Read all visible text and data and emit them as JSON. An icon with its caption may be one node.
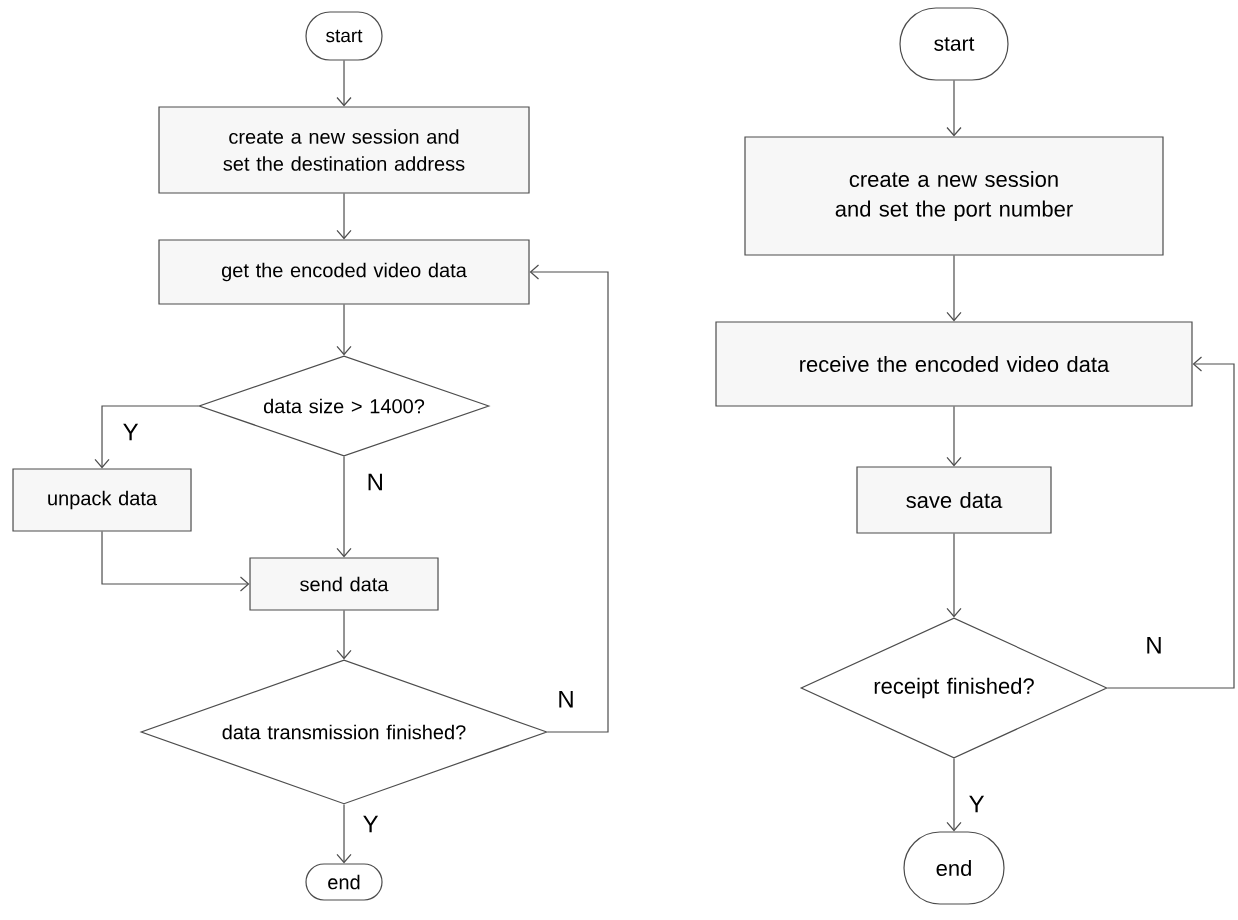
{
  "diagram": {
    "nodes": [
      {
        "text": [
          "start"
        ]
      },
      {
        "text": [
          "create a new session and set the destination address"
        ]
      },
      {
        "text": [
          "get the encoded video data"
        ]
      },
      {
        "text": [
          "data size > 1400?"
        ]
      },
      {
        "text": [
          "unpack data"
        ]
      },
      {
        "text": [
          "send data"
        ]
      },
      {
        "text": [
          "data transmission finished?"
        ]
      },
      {
        "text": [
          "end"
        ]
      },
      {
        "text": [
          "start"
        ]
      },
      {
        "text": [
          "create a new session and set the port number"
        ]
      },
      {
        "text": [
          "receive the encoded video data"
        ]
      },
      {
        "text": [
          "save data"
        ]
      },
      {
        "text": [
          "receipt finished?"
        ]
      },
      {
        "text": [
          "end"
        ]
      }
    ],
    "edges": [
      {
        "from": 0,
        "to": 1,
        "arrow": "to"
      },
      {
        "from": 1,
        "to": 2,
        "arrow": "to"
      },
      {
        "from": 2,
        "to": 3,
        "arrow": "to"
      },
      {
        "from": 3,
        "to": 4,
        "arrow": "to",
        "label": "Y"
      },
      {
        "from": 3,
        "to": 5,
        "arrow": "to",
        "label": "N"
      },
      {
        "from": 4,
        "to": 5,
        "arrow": "to"
      },
      {
        "from": 5,
        "to": 6,
        "arrow": "to"
      },
      {
        "from": 6,
        "to": 2,
        "arrow": "to",
        "label": "N"
      },
      {
        "from": 6,
        "to": 7,
        "arrow": "to",
        "label": "Y"
      },
      {
        "from": 8,
        "to": 9,
        "arrow": "to"
      },
      {
        "from": 9,
        "to": 10,
        "arrow": "to"
      },
      {
        "from": 10,
        "to": 11,
        "arrow": "to"
      },
      {
        "from": 11,
        "to": 12,
        "arrow": "to"
      },
      {
        "from": 12,
        "to": 10,
        "arrow": "to",
        "label": "N"
      },
      {
        "from": 12,
        "to": 13,
        "arrow": "to",
        "label": "Y"
      }
    ]
  }
}
